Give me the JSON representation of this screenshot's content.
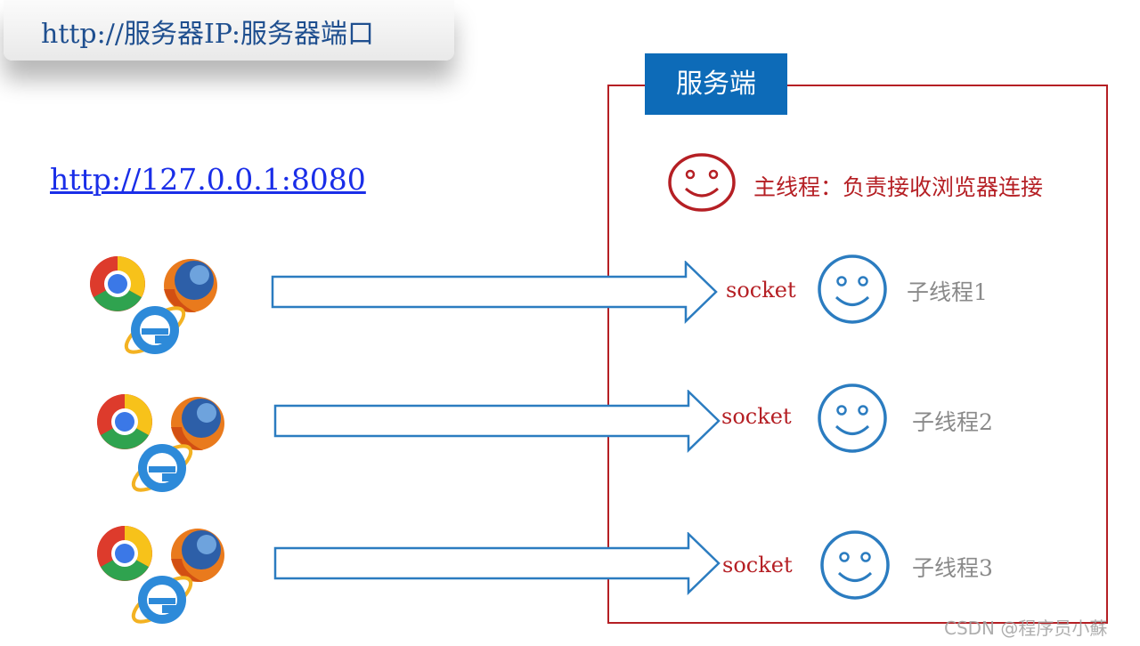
{
  "title": "http://服务器IP:服务器端口",
  "url": "http://127.0.0.1:8080",
  "server": {
    "label": "服务端",
    "main_thread": "主线程：负责接收浏览器连接",
    "connections": [
      {
        "socket": "socket",
        "thread": "子线程1"
      },
      {
        "socket": "socket",
        "thread": "子线程2"
      },
      {
        "socket": "socket",
        "thread": "子线程3"
      }
    ]
  },
  "icons": {
    "browser_group": [
      "chrome-icon",
      "firefox-icon",
      "internet-explorer-icon"
    ],
    "main_thread": "smiley-face-icon",
    "child_thread": "smiley-face-icon"
  },
  "colors": {
    "server_accent": "#b51f24",
    "server_tab": "#0d6bb8",
    "arrow_outline": "#2b7cc0",
    "child_face": "#2b7cc0",
    "link": "#1a2ee8"
  },
  "watermark": "CSDN @程序员小蘇"
}
